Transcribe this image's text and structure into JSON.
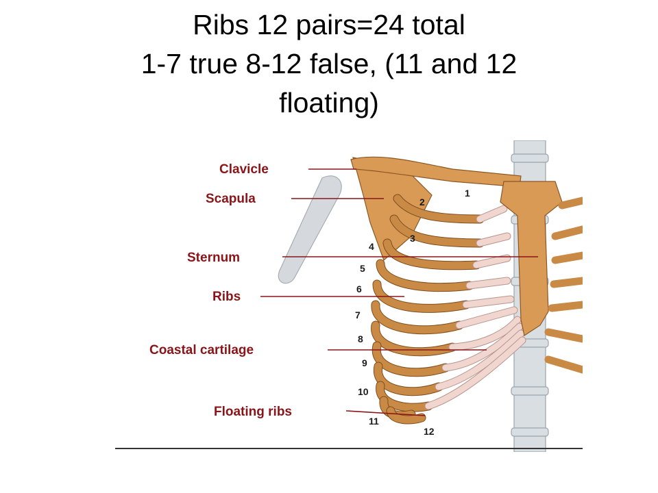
{
  "title": {
    "line1": "Ribs 12 pairs=24 total",
    "line2": "1-7 true 8-12 false, (11 and 12",
    "line3": "floating)"
  },
  "diagram": {
    "labels": {
      "clavicle": "Clavicle",
      "scapula": "Scapula",
      "sternum": "Sternum",
      "ribs": "Ribs",
      "costal_cartilage": "Coastal cartilage",
      "floating_ribs": "Floating ribs"
    },
    "rib_numbers": [
      "1",
      "2",
      "3",
      "4",
      "5",
      "6",
      "7",
      "8",
      "9",
      "10",
      "11",
      "12"
    ],
    "colors": {
      "label_text": "#8a1418",
      "bone": "#d99a55",
      "cartilage": "#f0d6cf",
      "spine": "#d9dee3"
    }
  }
}
